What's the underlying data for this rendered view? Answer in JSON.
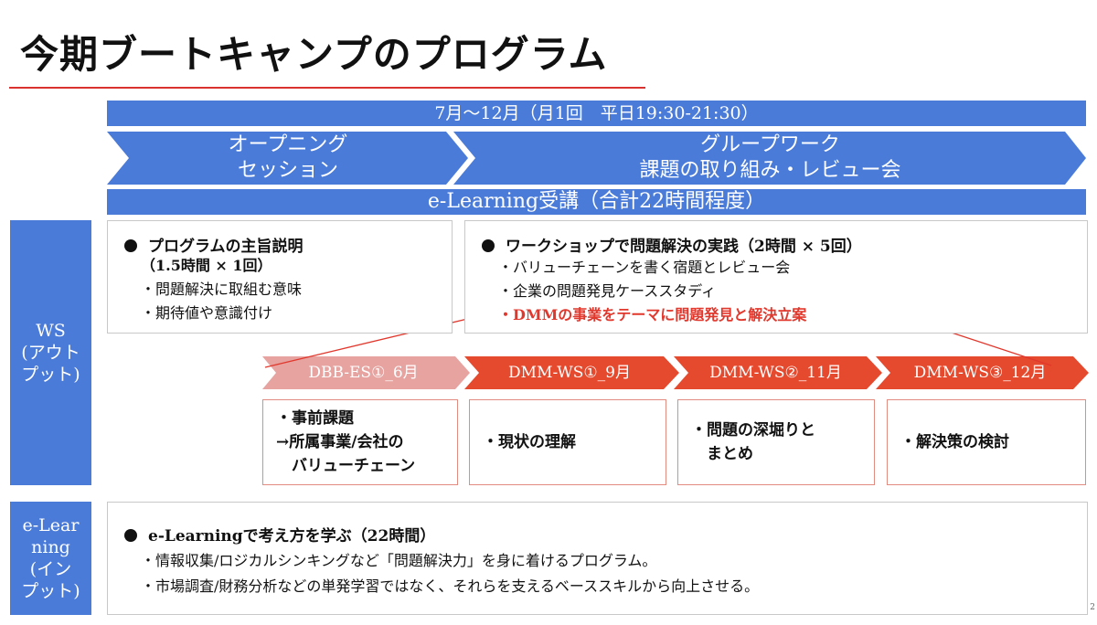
{
  "title": "今期ブートキャンプのプログラム",
  "period_bar": "7月〜12月（月1回　平日19:30-21:30）",
  "chevrons": [
    {
      "line1": "オープニング",
      "line2": "セッション"
    },
    {
      "line1": "グループワーク",
      "line2": "課題の取り組み・レビュー会"
    }
  ],
  "elearning_bar": "e-Learning受講（合計22時間程度）",
  "side_labels": {
    "ws": [
      "WS",
      "(アウト",
      "プット)"
    ],
    "elearning": [
      "e-Lear",
      "ning",
      "(イン",
      "プット)"
    ]
  },
  "opening_box": {
    "heading": "プログラムの主旨説明",
    "heading2": "（1.5時間 × 1回）",
    "items": [
      "・問題解決に取組む意味",
      "・期待値や意識付け"
    ]
  },
  "workshop_box": {
    "heading": "ワークショップで問題解決の実践（2時間 × 5回）",
    "items": [
      "・バリューチェーンを書く宿題とレビュー会",
      "・企業の問題発見ケーススタディ"
    ],
    "highlight": "・DMMの事業をテーマに問題発見と解決立案"
  },
  "phases": [
    {
      "label": "DBB-ES①_6月",
      "desc": [
        "・事前課題",
        "→所属事業/会社の",
        "　バリューチェーン"
      ]
    },
    {
      "label": "DMM-WS①_9月",
      "desc": [
        "・現状の理解"
      ]
    },
    {
      "label": "DMM-WS②_11月",
      "desc": [
        "・問題の深堀りと",
        "　まとめ"
      ]
    },
    {
      "label": "DMM-WS③_12月",
      "desc": [
        "・解決策の検討"
      ]
    }
  ],
  "elearning_box": {
    "heading": "e-Learningで考え方を学ぶ（22時間）",
    "items": [
      "・情報収集/ロジカルシンキングなど「問題解決力」を身に着けるプログラム。",
      "・市場調査/財務分析などの単発学習ではなく、それらを支えるベーススキルから向上させる。"
    ]
  },
  "colors": {
    "blue": "#4a7bd9",
    "red": "#e0382d",
    "orange": "#e64a2e",
    "pink": "#e6a3a0"
  },
  "page_number": "2"
}
